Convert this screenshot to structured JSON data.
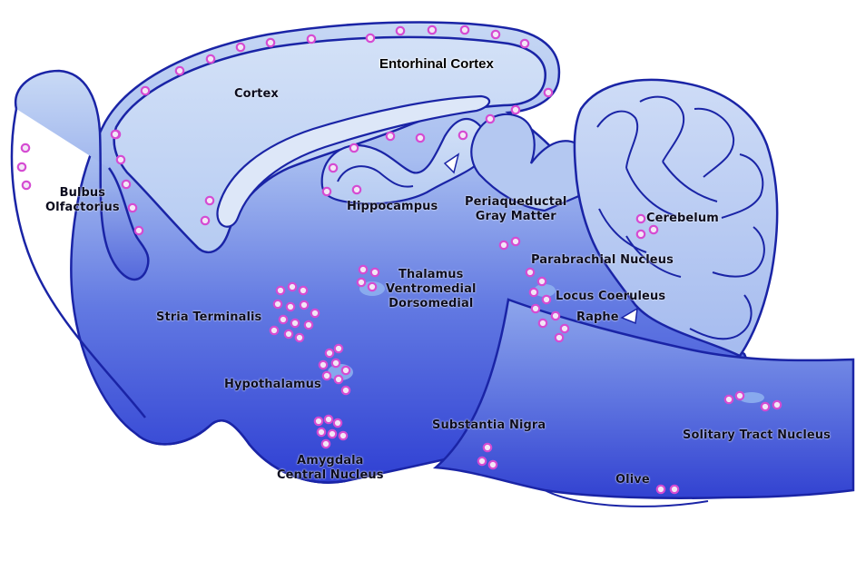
{
  "labels": {
    "entorhinal_cortex": "Entorhinal Cortex",
    "cortex": "Cortex",
    "bulbus_olfactorius": [
      "Bulbus",
      "Olfactorius"
    ],
    "hippocampus": "Hippocampus",
    "periaqueductal_gray_matter": [
      "Periaqueductal",
      "Gray Matter"
    ],
    "cerebelum": "Cerebelum",
    "parabrachial_nucleus": "Parabrachial Nucleus",
    "thalamus": [
      "Thalamus",
      "Ventromedial",
      "Dorsomedial"
    ],
    "locus_coeruleus": "Locus Coeruleus",
    "raphe": "Raphe",
    "stria_terminalis": "Stria Terminalis",
    "hypothalamus": "Hypothalamus",
    "substantia_nigra": "Substantia Nigra",
    "solitary_tract_nucleus": "Solitary Tract Nucleus",
    "amygdala_central_nucleus": [
      "Amygdala",
      "Central Nucleus"
    ],
    "olive": "Olive"
  },
  "colors": {
    "tissue_light": "#c9daf4",
    "tissue_mid": "#7f97e6",
    "tissue_deep": "#2d3fd0",
    "outline": "#1a24a6",
    "marker": "#d54bd2"
  }
}
